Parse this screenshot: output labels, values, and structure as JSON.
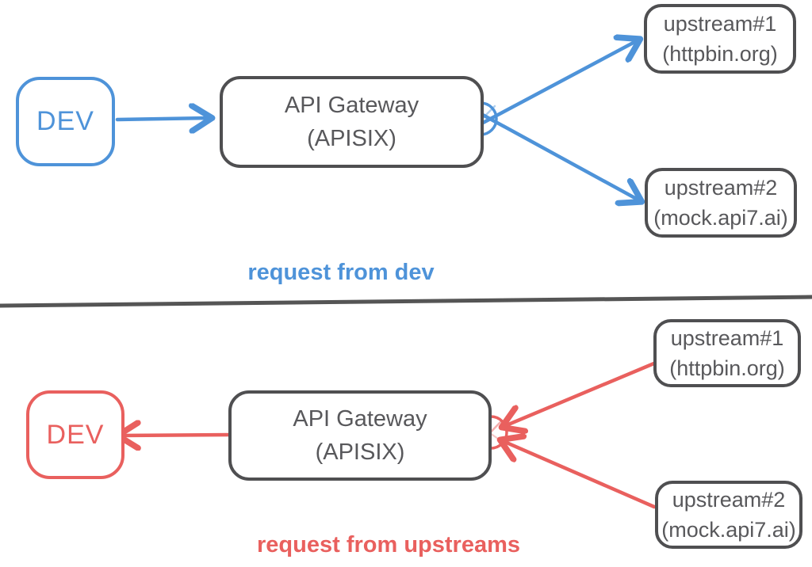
{
  "top": {
    "dev_label": "DEV",
    "gateway": {
      "line1": "API Gateway",
      "line2": "(APISIX)"
    },
    "upstream1": {
      "line1": "upstream#1",
      "line2": "(httpbin.org)"
    },
    "upstream2": {
      "line1": "upstream#2",
      "line2": "(mock.api7.ai)"
    },
    "caption": "request from dev"
  },
  "bottom": {
    "dev_label": "DEV",
    "gateway": {
      "line1": "API Gateway",
      "line2": "(APISIX)"
    },
    "upstream1": {
      "line1": "upstream#1",
      "line2": "(httpbin.org)"
    },
    "upstream2": {
      "line1": "upstream#2",
      "line2": "(mock.api7.ai)"
    },
    "caption": "request from upstreams"
  },
  "colors": {
    "blue": "#4E93D9",
    "red": "#E9605E",
    "gray_border": "#4F4F51",
    "gray_text": "#58585B",
    "divider": "#555555"
  }
}
